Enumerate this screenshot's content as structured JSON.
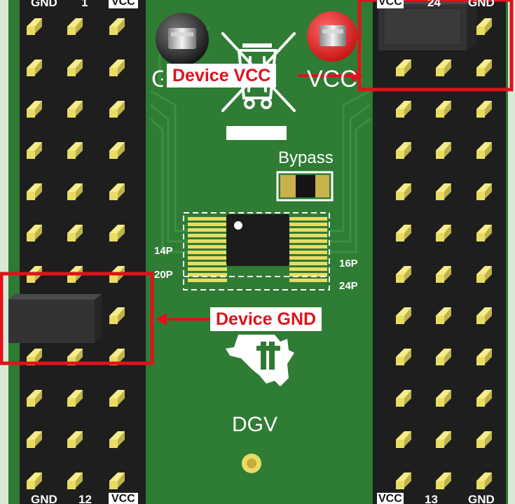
{
  "board": {
    "bypass_label": "Bypass",
    "package_name": "DGV",
    "pin_counts": {
      "p14": "14P",
      "p20": "20P",
      "p16": "16P",
      "p24": "24P"
    },
    "left_header": {
      "top_labels": [
        "GND",
        "1",
        "VCC"
      ],
      "bottom_labels": [
        "GND",
        "12",
        "VCC"
      ]
    },
    "right_header": {
      "top_labels": [
        "VCC",
        "24",
        "GND"
      ],
      "bottom_labels": [
        "VCC",
        "13",
        "GND"
      ]
    },
    "test_points": {
      "gnd_label": "GND",
      "vcc_label": "VCC"
    }
  },
  "callouts": {
    "device_vcc": "Device VCC",
    "device_gnd": "Device GND"
  },
  "colors": {
    "pcb_green": "#2e7a33",
    "header_black": "#1e1e1e",
    "pin_gold": "#e8dc63",
    "callout_red": "#e0121b",
    "vcc_red": "#e81a1a"
  },
  "icons": [
    "weee-crossed-bin-icon",
    "ti-logo-icon",
    "gnd-test-point-icon",
    "vcc-test-point-icon"
  ]
}
